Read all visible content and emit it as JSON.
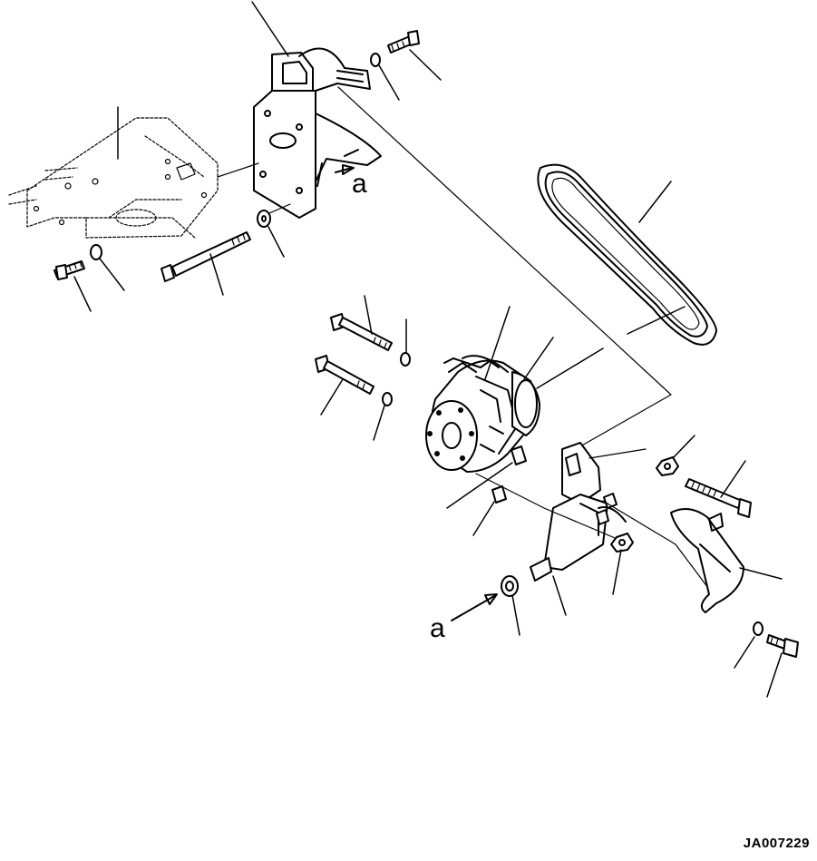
{
  "drawing": {
    "drawing_number": "JA007229",
    "view_marker_labels": [
      "a",
      "a"
    ]
  }
}
